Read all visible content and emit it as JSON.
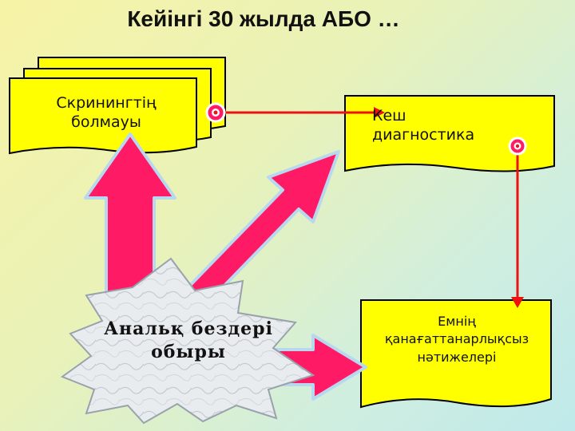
{
  "title": "Кейінгі 30 жылда АБО …",
  "nodes": {
    "no_screening": "Скринингтің болмауы",
    "late_diagnosis": "Кеш диагностика",
    "anal_cancer": "Анальқ бездері обыры",
    "treatment_results": "Емнің қанағаттанарлықсыз нәтижелері"
  },
  "colors": {
    "box_fill": "#ffff00",
    "arrow_fill": "#ff1a66",
    "connector": "#ee1111",
    "star_fill": "#e4e8ec"
  }
}
